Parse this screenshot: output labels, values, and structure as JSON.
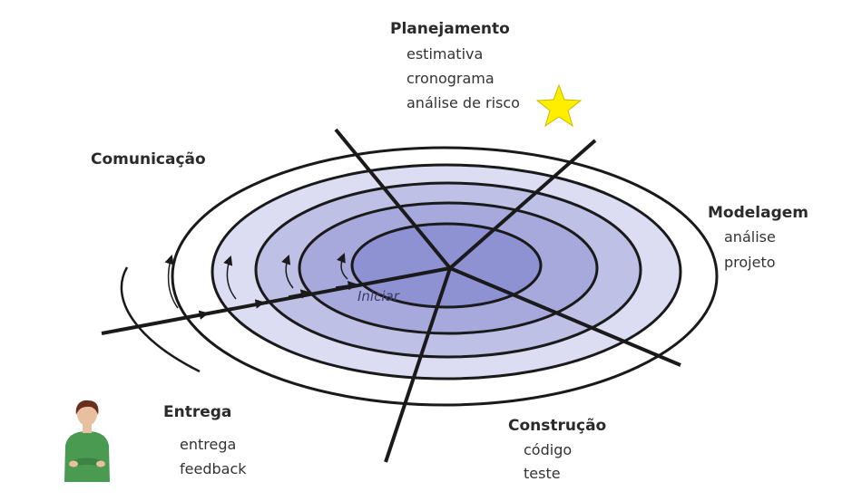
{
  "activities": {
    "planejamento": {
      "title": "Planejamento",
      "items": [
        "estimativa",
        "cronograma",
        "análise de risco"
      ]
    },
    "comunicacao": {
      "title": "Comunicação"
    },
    "modelagem": {
      "title": "Modelagem",
      "items": [
        "análise",
        "projeto"
      ]
    },
    "construcao": {
      "title": "Construção",
      "items": [
        "código",
        "teste"
      ]
    },
    "entrega": {
      "title": "Entrega",
      "items": [
        "entrega",
        "feedback"
      ]
    }
  },
  "start_label": "Iniciar",
  "colors": {
    "ring_outer": "#ffffff",
    "ring_2": "#dcdcf2",
    "ring_3": "#bfc0e6",
    "ring_4": "#a7a9dc",
    "ring_inner": "#8e91d2",
    "line": "#1a1a1a",
    "star": "#ffee00",
    "star_stroke": "#c9b800",
    "shirt": "#4a9a52",
    "hair": "#6b2e1c",
    "skin": "#e9bfa2"
  },
  "icons": {
    "highlight": "star-icon",
    "presenter": "presenter-figure-icon"
  }
}
